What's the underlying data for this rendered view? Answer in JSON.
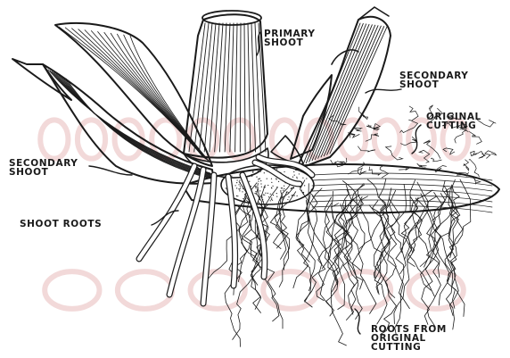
{
  "labels": {
    "primary_shoot": "PRIMARY\nSHOOT",
    "secondary_shoot_right": "SECONDARY\nSHOOT",
    "original_cutting": "ORIGINAL\nCUTTING",
    "secondary_shoot_left": "SECONDARY\nSHOOT",
    "shoot_roots": "SHOOT ROOTS",
    "roots_from_original_cutting": "ROOTS FROM\nORIGINAL\nCUTTING"
  },
  "colors": {
    "ink": "#1a1a1a",
    "paper": "#ffffff",
    "watermark": "#f2d9d9"
  }
}
